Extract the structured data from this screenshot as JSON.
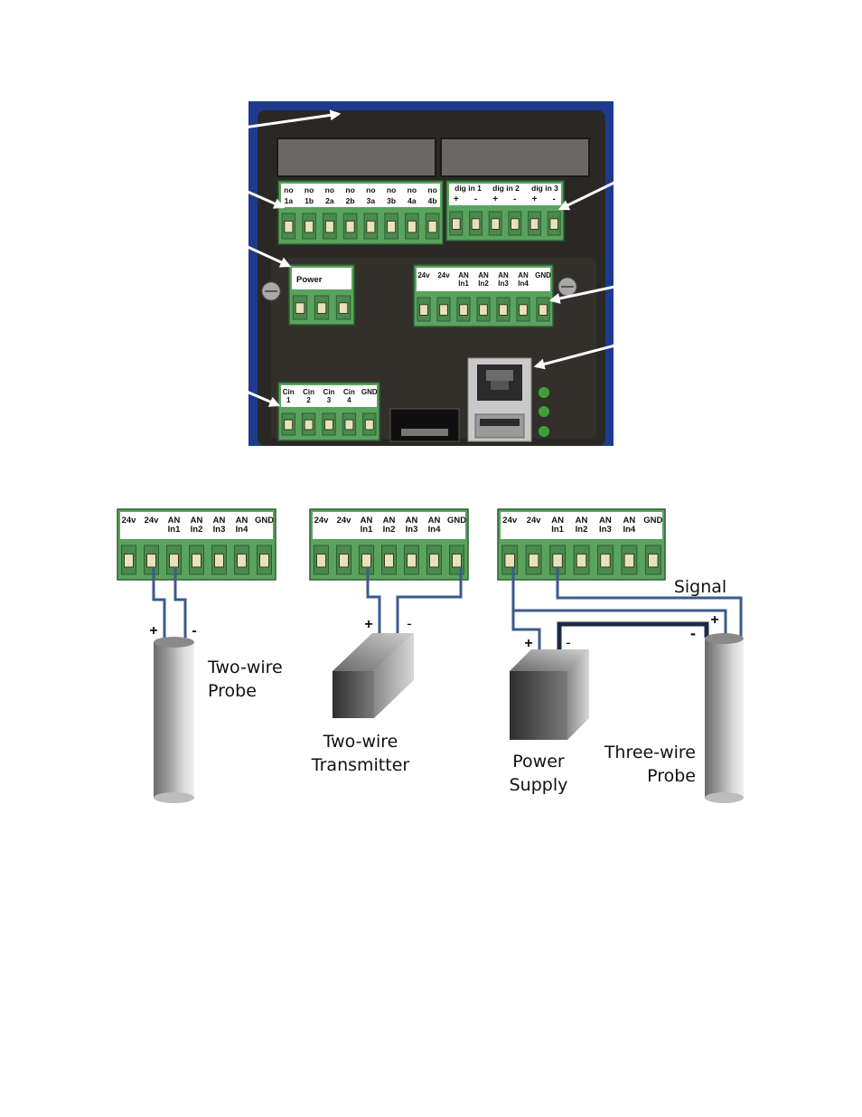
{
  "controller": {
    "relay_block": {
      "top": [
        "no",
        "no",
        "no",
        "no",
        "no",
        "no",
        "no",
        "no"
      ],
      "bottom": [
        "1a",
        "1b",
        "2a",
        "2b",
        "3a",
        "3b",
        "4a",
        "4b"
      ]
    },
    "digital_block": {
      "groups": [
        "dig in 1",
        "dig in 2",
        "dig in 3"
      ],
      "polarity": [
        "+",
        "-",
        "+",
        "-",
        "+",
        "-"
      ]
    },
    "power_block": {
      "label": "Power"
    },
    "analog_block": {
      "top": [
        "24v",
        "24v",
        "AN",
        "AN",
        "AN",
        "AN",
        "GND"
      ],
      "bottom": [
        "",
        "",
        "In1",
        "In2",
        "In3",
        "In4",
        ""
      ]
    },
    "counter_block": {
      "top": [
        "Cin",
        "Cin",
        "Cin",
        "Cin",
        "GND"
      ],
      "bottom": [
        "1",
        "2",
        "3",
        "4",
        ""
      ]
    }
  },
  "wiring": {
    "terminal_top": [
      "24v",
      "24v",
      "AN",
      "AN",
      "AN",
      "AN",
      "GND"
    ],
    "terminal_bottom": [
      "",
      "",
      "In1",
      "In2",
      "In3",
      "In4",
      ""
    ],
    "two_wire_probe": {
      "plus": "+",
      "minus": "-",
      "label_line1": "Two-wire",
      "label_line2": "Probe"
    },
    "two_wire_transmitter": {
      "plus": "+",
      "minus": "-",
      "label_line1": "Two-wire",
      "label_line2": "Transmitter"
    },
    "three_wire": {
      "signal": "Signal",
      "supply_plus": "+",
      "supply_minus": "-",
      "probe_plus": "+",
      "probe_minus": "-",
      "supply_label_line1": "Power",
      "supply_label_line2": "Supply",
      "probe_label_line1": "Three-wire",
      "probe_label_line2": "Probe"
    }
  },
  "colors": {
    "panel_blue": "#1d3a8f",
    "housing": "#2a2825",
    "terminal_green": "#5aa35e",
    "wire_blue": "#3d5a8c",
    "wire_dark": "#1c2a44",
    "led_green": "#3fa03a"
  }
}
